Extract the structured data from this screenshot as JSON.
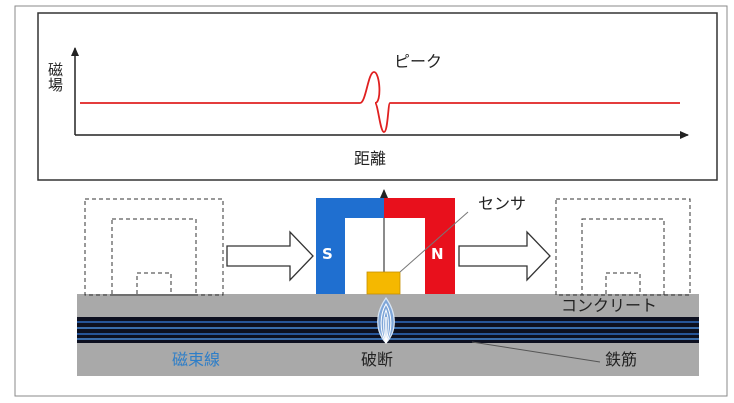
{
  "graph": {
    "y_axis_label": "磁場",
    "x_axis_label": "距離",
    "peak_label": "ピーク",
    "signal_color": "#e02020"
  },
  "magnet": {
    "south_label": "S",
    "north_label": "N",
    "south_color": "#1f6fd0",
    "north_color": "#e8101c"
  },
  "labels": {
    "sensor": "センサ",
    "concrete": "コンクリート",
    "flux_lines": "磁束線",
    "break": "破断",
    "rebar": "鉄筋"
  },
  "colors": {
    "concrete": "#a9a9a9",
    "sensor": "#f5b800",
    "flux_text": "#2e7ec8"
  }
}
